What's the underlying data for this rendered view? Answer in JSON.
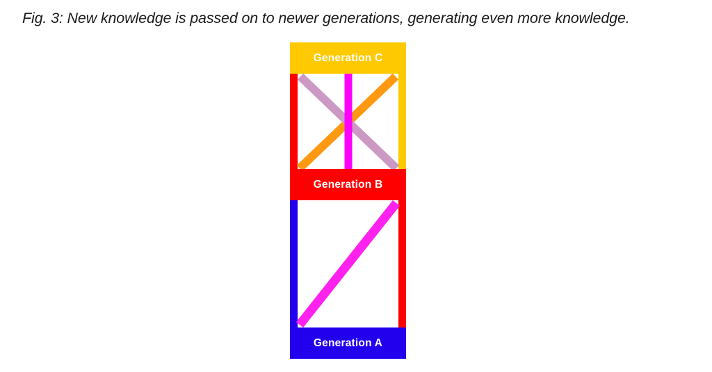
{
  "caption": {
    "text": "Fig. 3: New knowledge is passed on to newer generations, generating even more knowledge."
  },
  "diagram": {
    "title": "generations-knowledge-transfer",
    "bands": [
      {
        "id": "c",
        "label": "Generation C",
        "color": "#FFC900",
        "text_color": "#FFFFFF"
      },
      {
        "id": "b",
        "label": "Generation B",
        "color": "#FF0000",
        "text_color": "#FFFFFF"
      },
      {
        "id": "a",
        "label": "Generation A",
        "color": "#2200EE",
        "text_color": "#FFFFFF"
      }
    ],
    "rails": [
      {
        "id": "upper-left",
        "color": "#FF0000"
      },
      {
        "id": "upper-right",
        "color": "#FFC900"
      },
      {
        "id": "lower-left",
        "color": "#2200EE"
      },
      {
        "id": "lower-right",
        "color": "#FF0000"
      }
    ],
    "connectors": [
      {
        "id": "a-to-b",
        "color": "#FF22EE",
        "from": "Generation A",
        "to": "Generation B",
        "direction": "bottom-left-to-top-right"
      },
      {
        "id": "b-to-c-vertical",
        "color": "#FF00FF",
        "from": "Generation B",
        "to": "Generation C",
        "direction": "vertical"
      },
      {
        "id": "b-to-c-rising",
        "color": "#FF9911",
        "from": "Generation B",
        "to": "Generation C",
        "direction": "bottom-left-to-top-right"
      },
      {
        "id": "c-to-b-falling",
        "color": "#CC99C4",
        "from": "Generation C",
        "to": "Generation B",
        "direction": "top-left-to-bottom-right"
      }
    ]
  },
  "colors": {
    "yellow": "#FFC900",
    "red": "#FF0000",
    "blue": "#2200EE",
    "magenta": "#FF00FF",
    "pink_magenta": "#FF22EE",
    "orange": "#FF9911",
    "mauve": "#CC99C4",
    "background": "#FFFFFF",
    "caption_text": "#1A1A1A"
  }
}
